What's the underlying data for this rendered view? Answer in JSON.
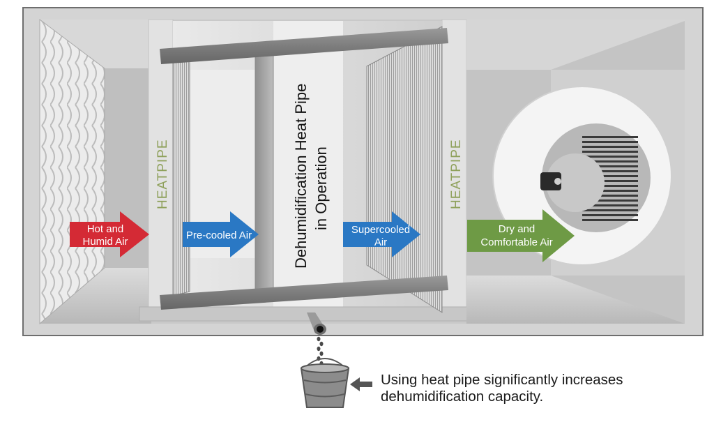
{
  "labels": {
    "heatpipe_left": "HEATPIPE",
    "heatpipe_right": "HEATPIPE",
    "center_line1": "Dehumidification Heat Pipe",
    "center_line2": "in Operation"
  },
  "arrows": [
    {
      "id": "hot-humid",
      "lines": [
        "Hot and",
        "Humid Air"
      ],
      "color": "#d42a35"
    },
    {
      "id": "pre-cooled",
      "lines": [
        "Pre-cooled Air"
      ],
      "color": "#2a78c4"
    },
    {
      "id": "supercooled",
      "lines": [
        "Supercooled",
        "Air"
      ],
      "color": "#2a78c4"
    },
    {
      "id": "dry-comfortable",
      "lines": [
        "Dry and",
        "Comfortable Air"
      ],
      "color": "#6e9a45"
    }
  ],
  "caption": {
    "line1": "Using heat pipe significantly increases",
    "line2": "dehumidification capacity."
  },
  "colors": {
    "heatpipe_text": "#8ea05a",
    "housing": "#d4d4d4",
    "frame": "#7c7c7c"
  }
}
